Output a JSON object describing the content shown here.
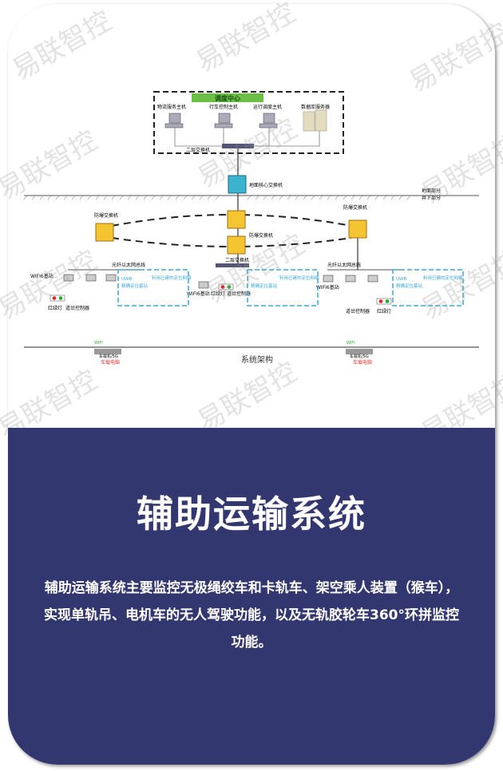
{
  "watermark": "易联智控",
  "diagram": {
    "dispatch_center": "调度中心",
    "hosts": [
      "物流服务主机",
      "行车控制主机",
      "运行调度主机",
      "数据库服务器"
    ],
    "l2_switch_top": "二层交换机",
    "core_switch": "地面核心交换机",
    "ground": "地面部分",
    "underground": "井下部分",
    "ex_switch": "防爆交换机",
    "l2_switch": "二层交换机",
    "bus": "光纤以太网总线",
    "wifi_base": "WIFI6基站",
    "traffic_light": "红绿灯",
    "controller": "道岔控制器",
    "positioning": "精确定位基站",
    "positioning_note": "利用已建的定位网络",
    "uwb": "UWB",
    "wifi": "WIFI",
    "vehicle_unit": "车载机/5G",
    "vehicle_pc": "车载电脑",
    "caption": "系统架构"
  },
  "section": {
    "title": "辅助运输系统",
    "description": "辅助运输系统主要监控无极绳绞车和卡轨车、架空乘人装置（猴车），实现单轨吊、电机车的无人驾驶功能，以及无轨胶轮车360°环拼监控功能。"
  }
}
